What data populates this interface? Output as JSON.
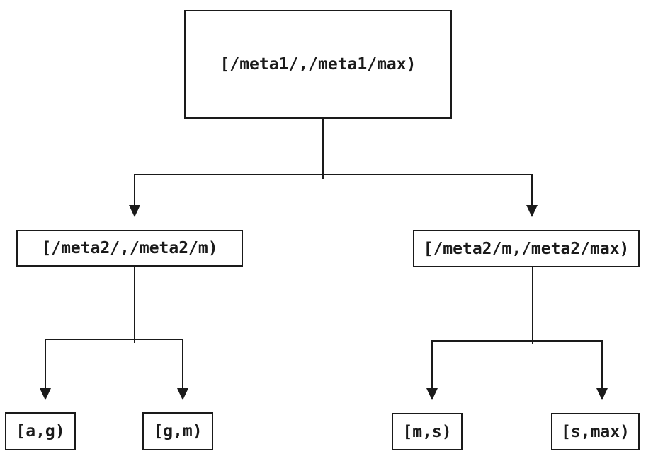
{
  "diagram": {
    "type": "binary-tree",
    "root": {
      "label": "[/meta1/,/meta1/max)"
    },
    "level2": {
      "left": {
        "label": "[/meta2/,/meta2/m)"
      },
      "right": {
        "label": "[/meta2/m,/meta2/max)"
      }
    },
    "leaves": {
      "ag": {
        "label": "[a,g)"
      },
      "gm": {
        "label": "[g,m)"
      },
      "ms": {
        "label": "[m,s)"
      },
      "smax": {
        "label": "[s,max)"
      }
    },
    "colors": {
      "line": "#1a1a1a",
      "text": "#1a1a1a",
      "background": "#ffffff"
    }
  }
}
